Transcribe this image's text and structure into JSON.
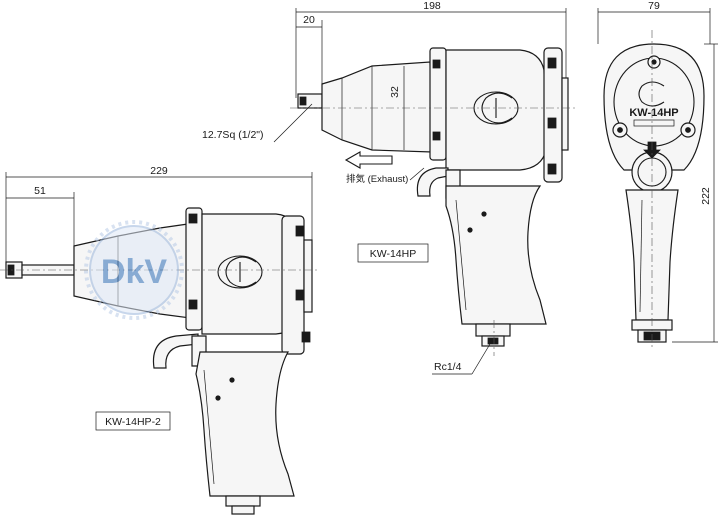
{
  "dimensions": {
    "top_overall": "198",
    "top_front": "20",
    "side_width": "79",
    "side_height": "222",
    "left_overall": "229",
    "left_front": "51",
    "diameter": "32"
  },
  "callouts": {
    "square_drive": "12.7Sq (1/2\")",
    "exhaust": "排気 (Exhaust)",
    "inlet": "Rc1/4"
  },
  "models": {
    "main": "KW-14HP",
    "variant": "KW-14HP-2",
    "tag_on_rear_view": "KW-14HP"
  },
  "watermark": {
    "text": "DkV",
    "color": "#2f6fb8"
  }
}
